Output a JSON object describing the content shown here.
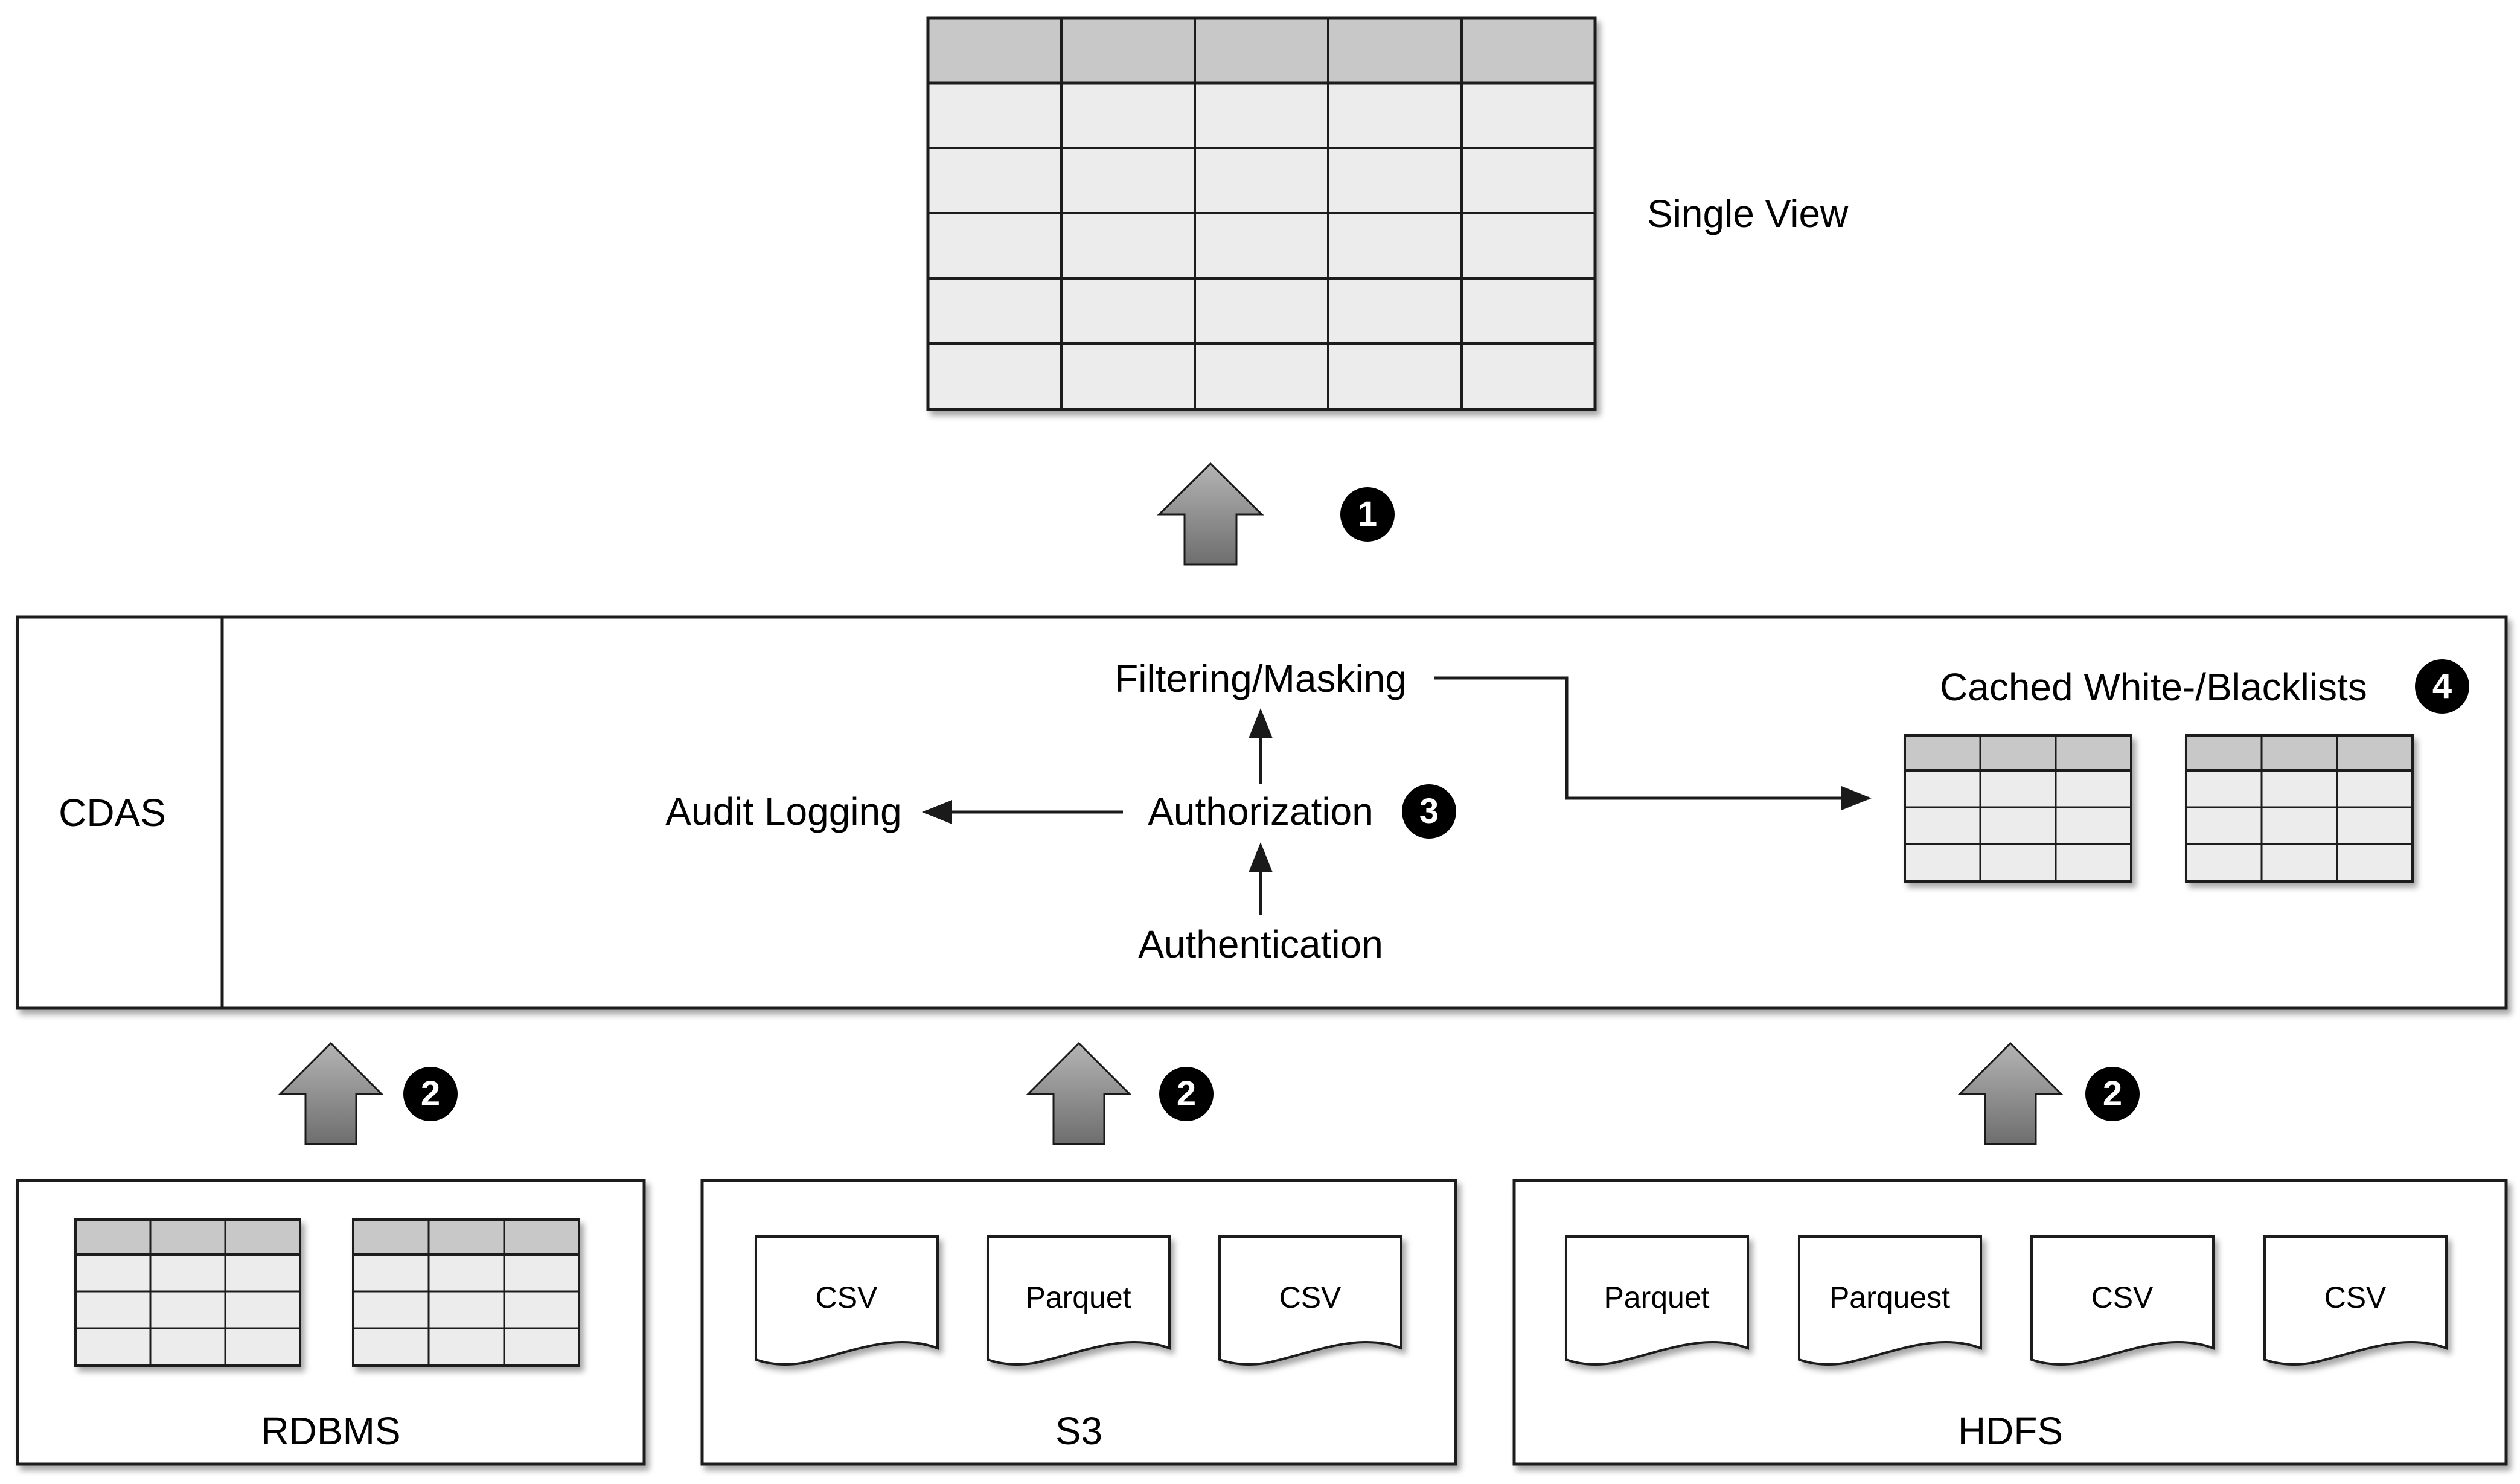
{
  "single_view": {
    "label": "Single View",
    "badge": "1"
  },
  "cdas": {
    "label": "CDAS",
    "pipeline": {
      "filtering_masking": "Filtering/Masking",
      "authorization": "Authorization",
      "authorization_badge": "3",
      "authentication": "Authentication",
      "audit_logging": "Audit Logging"
    },
    "cache": {
      "label": "Cached White-/Blacklists",
      "badge": "4"
    }
  },
  "sources": [
    {
      "label": "RDBMS",
      "badge": "2",
      "items": []
    },
    {
      "label": "S3",
      "badge": "2",
      "items": [
        "CSV",
        "Parquet",
        "CSV"
      ]
    },
    {
      "label": "HDFS",
      "badge": "2",
      "items": [
        "Parquet",
        "Parquest",
        "CSV",
        "CSV"
      ]
    }
  ],
  "colors": {
    "line": "#1a1a1a",
    "table_header": "#c8c8c8",
    "table_cell": "#ececec",
    "arrow_light": "#b4b4b4",
    "arrow_dark": "#6e6e6e",
    "badge_bg": "#000000",
    "badge_text": "#ffffff"
  }
}
